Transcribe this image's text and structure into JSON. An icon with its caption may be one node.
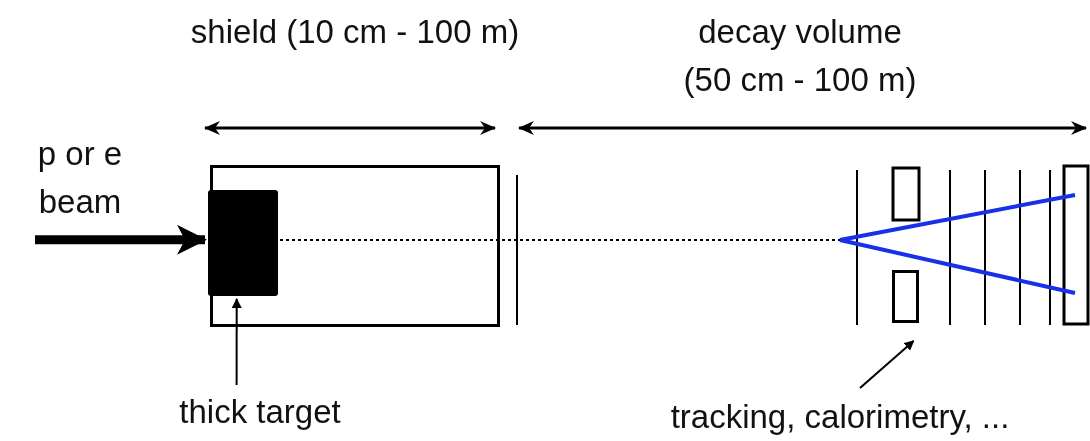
{
  "diagram": {
    "nodes": [
      {
        "text": [
          "p or e beam"
        ]
      },
      {
        "text": [],
        "shape": "box"
      },
      {
        "text": [],
        "shape": "box",
        "in": 1
      },
      {
        "text": [
          "thick target"
        ]
      },
      {
        "text": [],
        "shape": "box"
      },
      {
        "text": [
          "tracking, calorimetry, ..."
        ]
      }
    ],
    "edges": [
      {
        "from": 0,
        "to": 2,
        "arrow": "to",
        "style": "thick"
      },
      {
        "from": 3,
        "to": 2,
        "arrow": "to"
      },
      {
        "from": 5,
        "to": 4,
        "arrow": "to"
      }
    ],
    "labels": [
      "shield (10 cm - 100 m)",
      "decay volume (50 cm - 100 m)"
    ]
  }
}
